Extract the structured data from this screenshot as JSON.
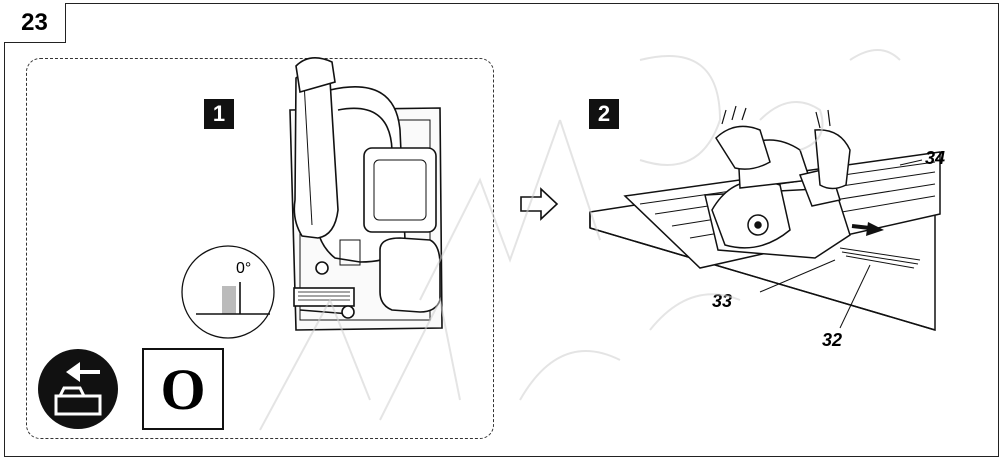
{
  "figure": {
    "number": "23",
    "steps": [
      "1",
      "2"
    ],
    "angle_label": "0°",
    "switch_symbol": "O"
  },
  "callouts": {
    "c34": "34",
    "c33": "33",
    "c32": "32"
  },
  "icons": {
    "battery_remove": "battery-remove-icon",
    "arrow_next": "hollow-arrow-right-icon",
    "cut_direction": "arrow-right-icon"
  }
}
